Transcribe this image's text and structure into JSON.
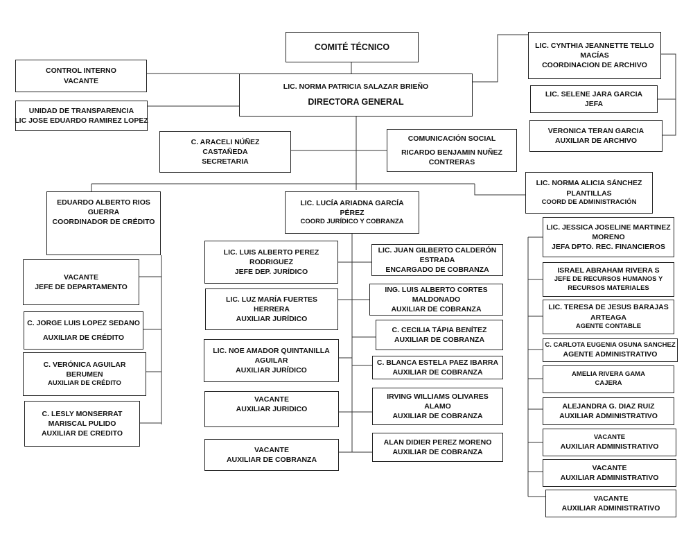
{
  "comite": {
    "title": "COMITÉ TÉCNICO"
  },
  "direccion": {
    "name": "LIC. NORMA PATRICIA SALAZAR BRIEÑO",
    "role": "DIRECTORA GENERAL"
  },
  "control": {
    "l1": "CONTROL INTERNO",
    "l2": "VACANTE"
  },
  "transparencia": {
    "l1": "UNIDAD DE TRANSPARENCIA",
    "l2": "LIC JOSE EDUARDO RAMIREZ LOPEZ"
  },
  "archivo": {
    "l1": "LIC. CYNTHIA JEANNETTE TELLO",
    "l2": "MACÍAS",
    "l3": "COORDINACION DE ARCHIVO"
  },
  "jefa_archivo": {
    "l1": "LIC. SELENE JARA GARCIA",
    "l2": "JEFA"
  },
  "aux_archivo": {
    "l1": "VERONICA TERAN GARCIA",
    "l2": "AUXILIAR DE ARCHIVO"
  },
  "secretaria": {
    "l1": "C. ARACELI NÚÑEZ",
    "l2": "CASTAÑEDA",
    "l3": "SECRETARIA"
  },
  "comunicacion": {
    "l1": "COMUNICACIÓN SOCIAL",
    "l2": "RICARDO BENJAMIN NUÑEZ",
    "l3": "CONTRERAS"
  },
  "credito": {
    "l1": "EDUARDO ALBERTO RIOS",
    "l2": "GUERRA",
    "l3": "COORDINADOR DE CRÉDITO"
  },
  "juridico": {
    "l1": "LIC. LUCÍA ARIADNA GARCÍA",
    "l2": "PÉREZ",
    "l3": "COORD JURÍDICO Y COBRANZA"
  },
  "administracion": {
    "l1": "LIC. NORMA ALICIA SÁNCHEZ",
    "l2": "PLANTILLAS",
    "l3": "COORD DE ADMINISTRACIÓN"
  },
  "credito_staff": [
    {
      "l1": "VACANTE",
      "l2": "JEFE DE DEPARTAMENTO"
    },
    {
      "l1": "C. JORGE LUIS LOPEZ SEDANO",
      "l2": "AUXILIAR DE CRÉDITO"
    },
    {
      "l1": "C. VERÓNICA AGUILAR",
      "l2": "BERUMEN",
      "l3": "AUXILIAR DE CRÉDITO"
    },
    {
      "l1": "C. LESLY MONSERRAT",
      "l2": "MARISCAL PULIDO",
      "l3": "AUXILIAR DE CREDITO"
    }
  ],
  "juridico_left": [
    {
      "l1": "LIC. LUIS ALBERTO PEREZ",
      "l2": "RODRIGUEZ",
      "l3": "JEFE DEP. JURÍDICO"
    },
    {
      "l1": "LIC. LUZ MARÍA FUERTES",
      "l2": "HERRERA",
      "l3": "AUXILIAR JURÍDICO"
    },
    {
      "l1": "LIC. NOE AMADOR QUINTANILLA",
      "l2": "AGUILAR",
      "l3": "AUXILIAR JURÍDICO"
    },
    {
      "l1": "VACANTE",
      "l2": "AUXILIAR JURIDICO"
    },
    {
      "l1": "VACANTE",
      "l2": "AUXILIAR DE COBRANZA"
    }
  ],
  "juridico_right": [
    {
      "l1": "LIC. JUAN GILBERTO CALDERÓN",
      "l2": "ESTRADA",
      "l3": "ENCARGADO DE COBRANZA"
    },
    {
      "l1": "ING. LUIS ALBERTO CORTES",
      "l2": "MALDONADO",
      "l3": "AUXILIAR DE COBRANZA"
    },
    {
      "l1": "C. CECILIA TÁPIA BENÍTEZ",
      "l2": "AUXILIAR DE COBRANZA"
    },
    {
      "l1": "C. BLANCA ESTELA PAEZ IBARRA",
      "l2": "AUXILIAR DE COBRANZA"
    },
    {
      "l1": "IRVING WILLIAMS OLIVARES",
      "l2": "ALAMO",
      "l3": "AUXILIAR DE COBRANZA"
    },
    {
      "l1": "ALAN DIDIER PEREZ MORENO",
      "l2": "AUXILIAR DE COBRANZA"
    }
  ],
  "admin_staff": [
    {
      "l1": "LIC. JESSICA JOSELINE MARTINEZ",
      "l2": "MORENO",
      "l3": "JEFA DPTO. REC. FINANCIEROS"
    },
    {
      "l1": "ISRAEL ABRAHAM RIVERA  S",
      "l2": "JEFE DE RECURSOS HUMANOS Y",
      "l3": "RECURSOS MATERIALES"
    },
    {
      "l1": "LIC. TERESA DE JESUS BARAJAS",
      "l2": "ARTEAGA",
      "l3": "AGENTE CONTABLE"
    },
    {
      "l1": "C. CARLOTA EUGENIA OSUNA SANCHEZ",
      "l2": "AGENTE ADMINISTRATIVO"
    },
    {
      "l1": "AMELIA RIVERA GAMA",
      "l2": "CAJERA"
    },
    {
      "l1": "ALEJANDRA G. DIAZ RUIZ",
      "l2": "AUXILIAR ADMINISTRATIVO"
    },
    {
      "l1": "VACANTE",
      "l2": "AUXILIAR ADMINISTRATIVO"
    },
    {
      "l1": "VACANTE",
      "l2": "AUXILIAR ADMINISTRATIVO"
    },
    {
      "l1": "VACANTE",
      "l2": "AUXILIAR ADMINISTRATIVO"
    }
  ]
}
